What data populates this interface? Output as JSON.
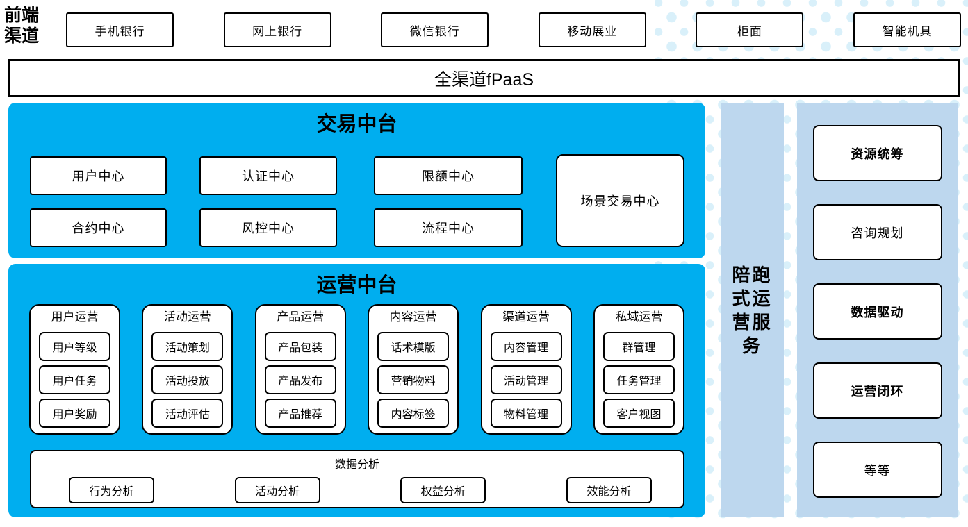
{
  "frontend": {
    "label": "前端渠道"
  },
  "channels": [
    "手机银行",
    "网上银行",
    "微信银行",
    "移动展业",
    "柜面",
    "智能机具"
  ],
  "fpaas": {
    "label": "全渠道fPaaS"
  },
  "trade_platform": {
    "title": "交易中台",
    "centers": [
      "用户中心",
      "认证中心",
      "限额中心",
      "合约中心",
      "风控中心",
      "流程中心"
    ],
    "scene_center": "场景交易中心"
  },
  "operation_platform": {
    "title": "运营中台",
    "columns": [
      {
        "title": "用户运营",
        "items": [
          "用户等级",
          "用户任务",
          "用户奖励"
        ]
      },
      {
        "title": "活动运营",
        "items": [
          "活动策划",
          "活动投放",
          "活动评估"
        ]
      },
      {
        "title": "产品运营",
        "items": [
          "产品包装",
          "产品发布",
          "产品推荐"
        ]
      },
      {
        "title": "内容运营",
        "items": [
          "话术模版",
          "营销物料",
          "内容标签"
        ]
      },
      {
        "title": "渠道运营",
        "items": [
          "内容管理",
          "活动管理",
          "物料管理"
        ]
      },
      {
        "title": "私域运营",
        "items": [
          "群管理",
          "任务管理",
          "客户视图"
        ]
      }
    ],
    "analysis": {
      "title": "数据分析",
      "items": [
        "行为分析",
        "活动分析",
        "权益分析",
        "效能分析"
      ]
    }
  },
  "companion_service": {
    "label": "陪跑式运营服务"
  },
  "services": [
    {
      "label": "资源统筹",
      "bold": true
    },
    {
      "label": "咨询规划",
      "bold": false
    },
    {
      "label": "数据驱动",
      "bold": true
    },
    {
      "label": "运营闭环",
      "bold": true
    },
    {
      "label": "等等",
      "bold": false
    }
  ],
  "colors": {
    "accent_blue": "#00AEEF",
    "light_blue": "#BDD7EE",
    "dot_blue": "#D9F0FA",
    "border_black": "#000000"
  }
}
